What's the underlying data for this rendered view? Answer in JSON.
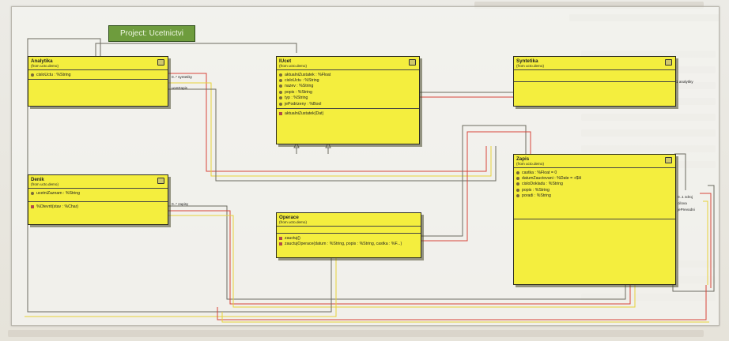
{
  "project": {
    "label": "Project: Ucetnictvi"
  },
  "classes": {
    "analytika": {
      "name": "Analytika",
      "from": "(from ucto.demo)",
      "attributes": [
        "cisloUctu : %String"
      ],
      "operations": []
    },
    "iucet": {
      "name": "IUcet",
      "from": "(from ucto.demo)",
      "attributes": [
        "aktualniZustatek : %Float",
        "cisloUctu : %String",
        "nazev : %String",
        "popis : %String",
        "typ : %String",
        "jePodrizeny : %Bool"
      ],
      "operations": [
        "aktualniZustatek(Dat)"
      ]
    },
    "syntetika": {
      "name": "Syntetika",
      "from": "(from ucto.demo)",
      "attributes": [],
      "operations": []
    },
    "denik": {
      "name": "Denik",
      "from": "(from ucto.demo)",
      "attributes": [
        "ucetniZaznam : %String"
      ],
      "operations": [
        "%Otevrit(stav : %Char)"
      ]
    },
    "operace": {
      "name": "Operace",
      "from": "(from ucto.demo)",
      "attributes": [],
      "operations": [
        "zauctuj()",
        "zauctujOperace(datum : %String, popis : %String, castka : %F...)"
      ]
    },
    "zapis": {
      "name": "Zapis",
      "from": "(from ucto.demo)",
      "attributes": [
        "castka : %Float = 0",
        "datumZauctovani : %Date = +$H",
        "cisloDokladu : %String",
        "popis : %String",
        "poradi : %String"
      ],
      "operations": []
    }
  },
  "associations": {
    "analytika_mult": "0..* syntetiky",
    "analytika_role": "ucetZapis",
    "syntetika_mult": "1 analytiky",
    "denik_mult": "0..* zapisy",
    "zapis_mult": "0..1 zdroj",
    "zapis_role1": "cilova",
    "zapis_role2": "jePrevodni"
  },
  "colors": {
    "class_fill": "#f4ee3e",
    "project_tag": "#6e9c3d",
    "line_red": "#d8453a",
    "line_yellow": "#e8d23a",
    "line_gray": "#6c6a60"
  }
}
